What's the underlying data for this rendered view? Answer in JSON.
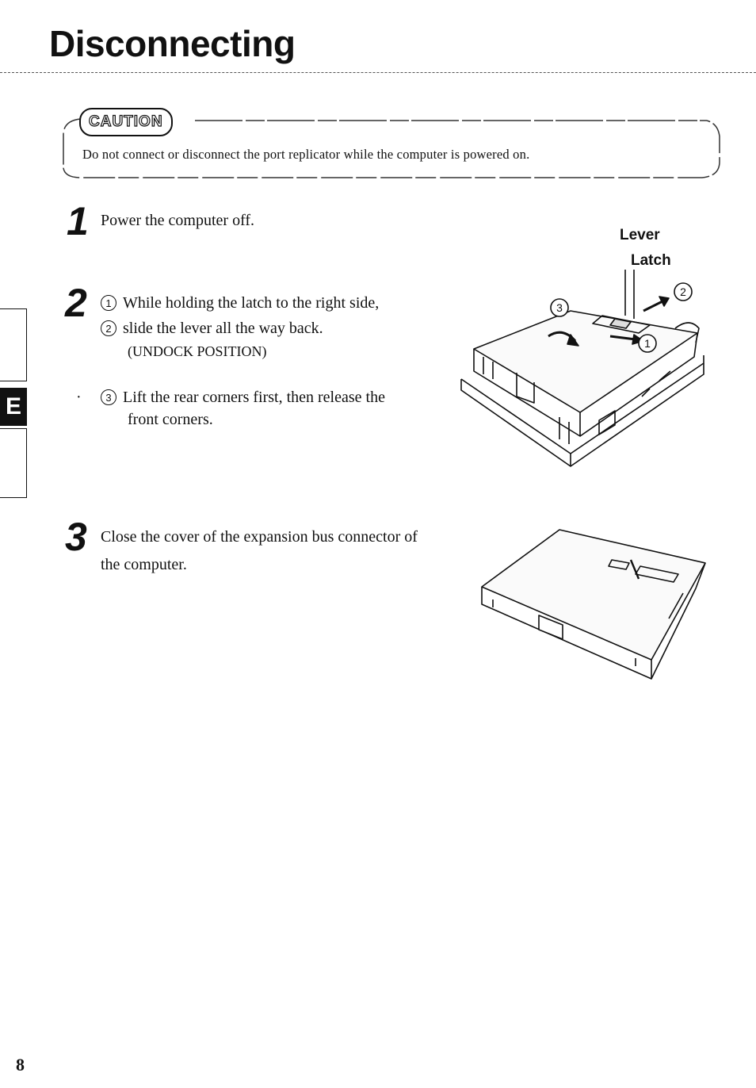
{
  "page": {
    "title": "Disconnecting",
    "number": "8",
    "section_tab": "E"
  },
  "caution": {
    "label": "CAUTION",
    "text": "Do not connect or disconnect the port replicator while the computer is powered on."
  },
  "steps": [
    {
      "number": "1",
      "lines": [
        "Power the computer off."
      ]
    },
    {
      "number": "2",
      "items": [
        {
          "marker": "1",
          "text": "While holding the latch to the right side,"
        },
        {
          "marker": "2",
          "text": "slide the lever all the way back."
        }
      ],
      "note": "(UNDOCK POSITION)",
      "bullet": "·",
      "item3": {
        "marker": "3",
        "line1": "Lift the rear corners first, then release the",
        "line2": "front corners."
      }
    },
    {
      "number": "3",
      "lines": [
        "Close the cover of the expansion bus connector of",
        "the computer."
      ]
    }
  ],
  "figure1": {
    "callouts": {
      "lever": "Lever",
      "latch": "Latch"
    },
    "markers": [
      "1",
      "2",
      "3"
    ]
  }
}
